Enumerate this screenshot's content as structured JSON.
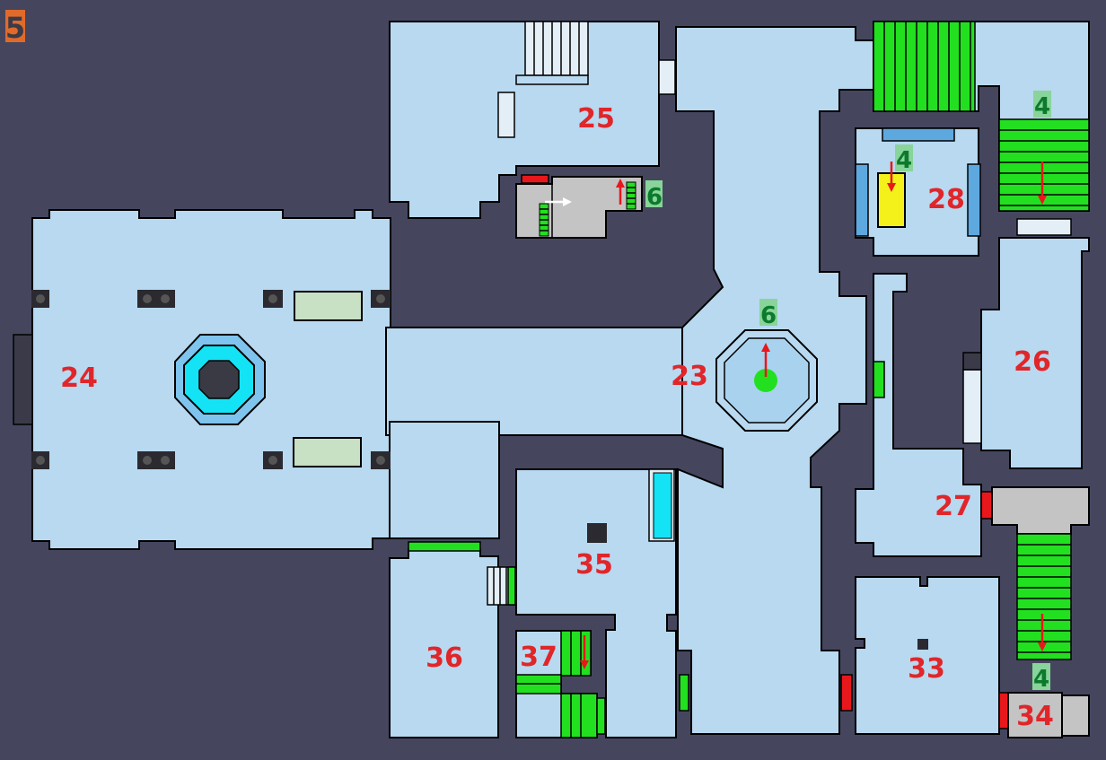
{
  "floor": {
    "number": "5",
    "color": "#e06a2a"
  },
  "colors": {
    "background": "#45465e",
    "room": "#b8d9f0",
    "stairs": "#22e020",
    "locked_door": "#e8171b",
    "label": "#e0262a",
    "floor_link": "#0c7a2c"
  },
  "rooms": [
    {
      "id": "23",
      "label": "23"
    },
    {
      "id": "24",
      "label": "24"
    },
    {
      "id": "25",
      "label": "25"
    },
    {
      "id": "26",
      "label": "26"
    },
    {
      "id": "27",
      "label": "27"
    },
    {
      "id": "28",
      "label": "28"
    },
    {
      "id": "33",
      "label": "33"
    },
    {
      "id": "34",
      "label": "34"
    },
    {
      "id": "35",
      "label": "35"
    },
    {
      "id": "36",
      "label": "36"
    },
    {
      "id": "37",
      "label": "37"
    }
  ],
  "floor_links": [
    {
      "id": "to-6-ladder",
      "label": "6"
    },
    {
      "id": "to-6-lift",
      "label": "6"
    },
    {
      "id": "to-4-top",
      "label": "4"
    },
    {
      "id": "to-4-ladder",
      "label": "4"
    },
    {
      "id": "to-4-bottom",
      "label": "4"
    }
  ],
  "icons": [
    "octagon-pedestal-icon",
    "elevator-pad-icon",
    "arrow-up-icon",
    "arrow-down-icon",
    "arrow-right-icon"
  ]
}
